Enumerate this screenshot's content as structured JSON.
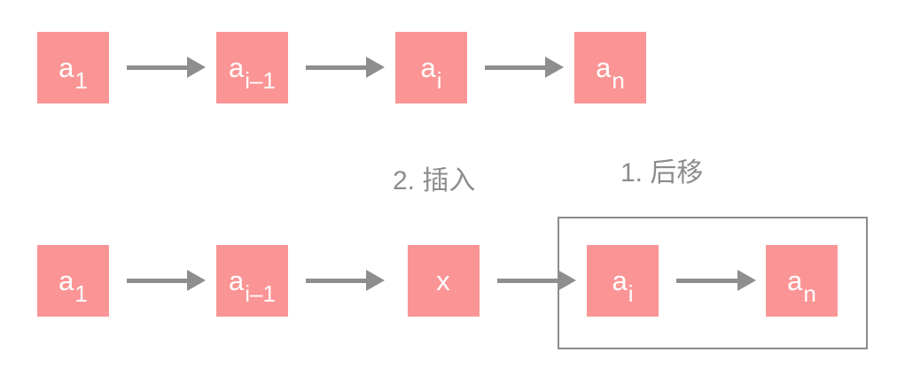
{
  "diagram": {
    "title_semantic": "linked-list insertion diagram",
    "colors": {
      "node_fill": "#FB9595",
      "node_text": "#FFFFFF",
      "arrow_color": "#8E8E8E",
      "label_color": "#8C8C8C",
      "outline_color": "#8C8C8C",
      "background": "#FFFFFF"
    },
    "labels": {
      "insert": "2. 插入",
      "shift": "1. 后移"
    },
    "top_nodes": [
      {
        "base": "a",
        "sub": "1"
      },
      {
        "base": "a",
        "sub": "i–1"
      },
      {
        "base": "a",
        "sub": "i"
      },
      {
        "base": "a",
        "sub": "n"
      }
    ],
    "bottom_nodes": [
      {
        "base": "a",
        "sub": "1"
      },
      {
        "base": "a",
        "sub": "i–1"
      },
      {
        "base": "x",
        "sub": ""
      },
      {
        "base": "a",
        "sub": "i"
      },
      {
        "base": "a",
        "sub": "n"
      }
    ]
  }
}
